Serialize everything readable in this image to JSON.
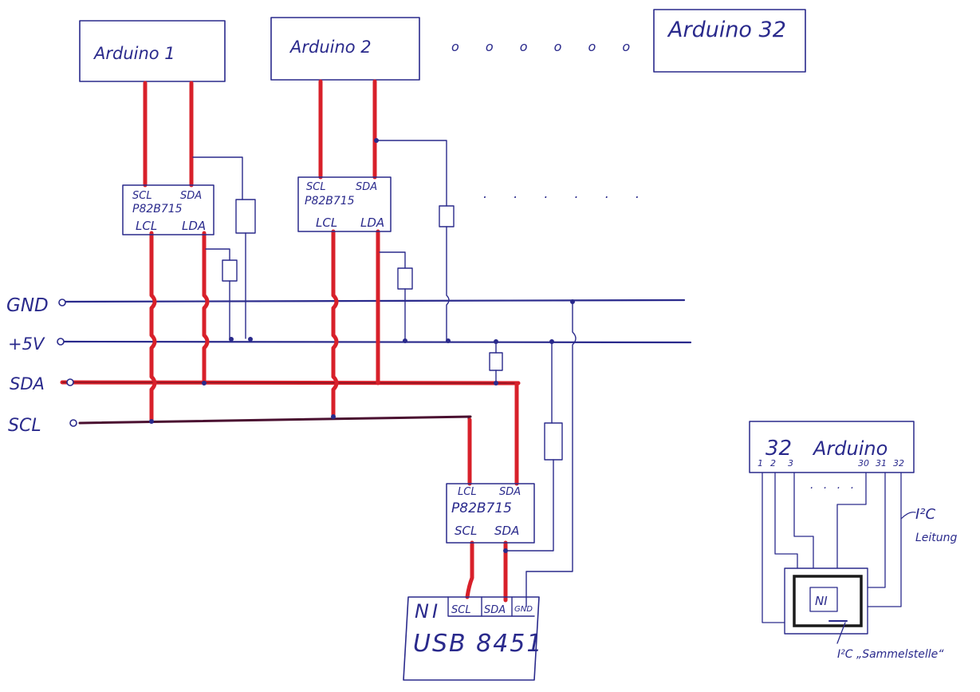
{
  "boxes": {
    "arduino1": "Arduino 1",
    "arduino2": "Arduino 2",
    "arduino32": "Arduino 32",
    "ellipsis_top": "o o o o o o"
  },
  "chip1": {
    "top_left": "SCL",
    "top_right": "SDA",
    "name": "P82B715",
    "bottom_left": "LCL",
    "bottom_right": "LDA"
  },
  "chip2": {
    "top_left": "SCL",
    "top_right": "SDA",
    "name": "P82B715",
    "bottom_left": "LCL",
    "bottom_right": "LDA"
  },
  "chip3": {
    "top_left": "LCL",
    "top_right": "SDA",
    "name": "P82B715",
    "bottom_left": "SCL",
    "bottom_right": "SDA"
  },
  "chip_ellipsis": ". . . . . .",
  "rails": {
    "gnd": "GND",
    "vcc": "+5V",
    "sda": "SDA",
    "scl": "SCL"
  },
  "ni_box": {
    "name": "NI",
    "model": "USB 8451",
    "pin_scl": "SCL",
    "pin_sda": "SDA",
    "pin_gnd": "GND"
  },
  "side": {
    "title_num": "32",
    "title_word": "Arduino",
    "pins": [
      "1",
      "2",
      "3",
      "30",
      "31",
      "32"
    ],
    "dots": ". . . .",
    "i2c_label": "I²C",
    "leitung": "Leitung",
    "ni": "NI",
    "sammel": "I²C „Sammelstelle“"
  }
}
